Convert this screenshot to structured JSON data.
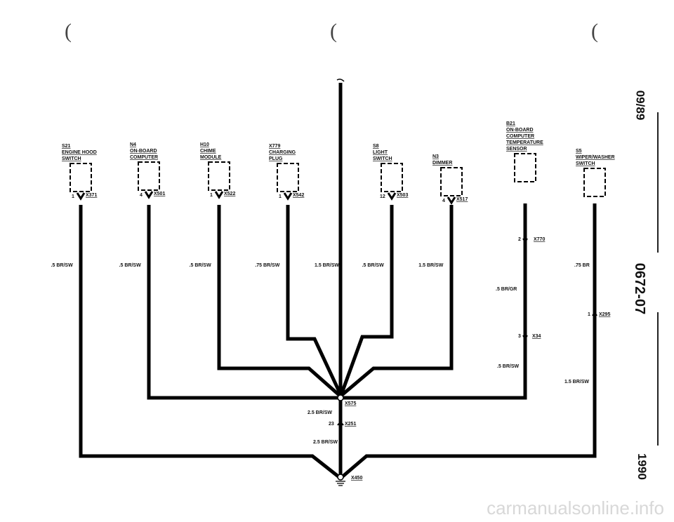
{
  "side_text": {
    "date": "09/89",
    "page": "0672-07",
    "year": "1990"
  },
  "watermark": "carmanualsonline.info",
  "components": [
    {
      "id": "S21",
      "lines": [
        "ENGINE HOOD",
        "SWITCH"
      ],
      "pin": "1",
      "connector": "X371",
      "wire": ".5 BR/SW"
    },
    {
      "id": "N4",
      "lines": [
        "ON-BOARD",
        "COMPUTER"
      ],
      "pin": "4",
      "connector": "X501",
      "wire": ".5 BR/SW"
    },
    {
      "id": "H10",
      "lines": [
        "CHIME",
        "MODULE"
      ],
      "pin": "1",
      "connector": "X522",
      "wire": ".5 BR/SW"
    },
    {
      "id": "X779",
      "lines": [
        "CHARGING",
        "PLUG"
      ],
      "pin": "1",
      "connector": "X542",
      "wire": ".75 BR/SW"
    },
    {
      "id": "S8",
      "lines": [
        "LIGHT",
        "SWITCH"
      ],
      "pin": "12",
      "connector": "X503",
      "wire": ".5 BR/SW"
    },
    {
      "id": "N3",
      "lines": [
        "DIMMER"
      ],
      "pin": "4",
      "connector": "X517",
      "wire": "1.5 BR/SW"
    },
    {
      "id": "B21",
      "lines": [
        "ON-BOARD",
        "COMPUTER",
        "TEMPERATURE",
        "SENSOR"
      ],
      "pin": "",
      "connector": "",
      "wire": ""
    },
    {
      "id": "S5",
      "lines": [
        "WIPER/WASHER",
        "SWITCH"
      ],
      "pin": "",
      "connector": "",
      "wire": ""
    }
  ],
  "main_wire": "1.5 BR/SW",
  "b21_run": {
    "pin1": "2",
    "conn1": "X770",
    "wire1": ".5 BR/GR",
    "pin2": "3",
    "conn2": "X34",
    "wire2": ".5 BR/SW"
  },
  "s5_run": {
    "wire1": ".75 BR",
    "pin": "1",
    "conn": "X295",
    "wire2": "1.5 BR/SW"
  },
  "ground": {
    "splice": "X575",
    "wire1": "2.5 BR/SW",
    "pin": "23",
    "conn": "X251",
    "wire2": "2.5 BR/SW",
    "ground_point": "X450"
  }
}
